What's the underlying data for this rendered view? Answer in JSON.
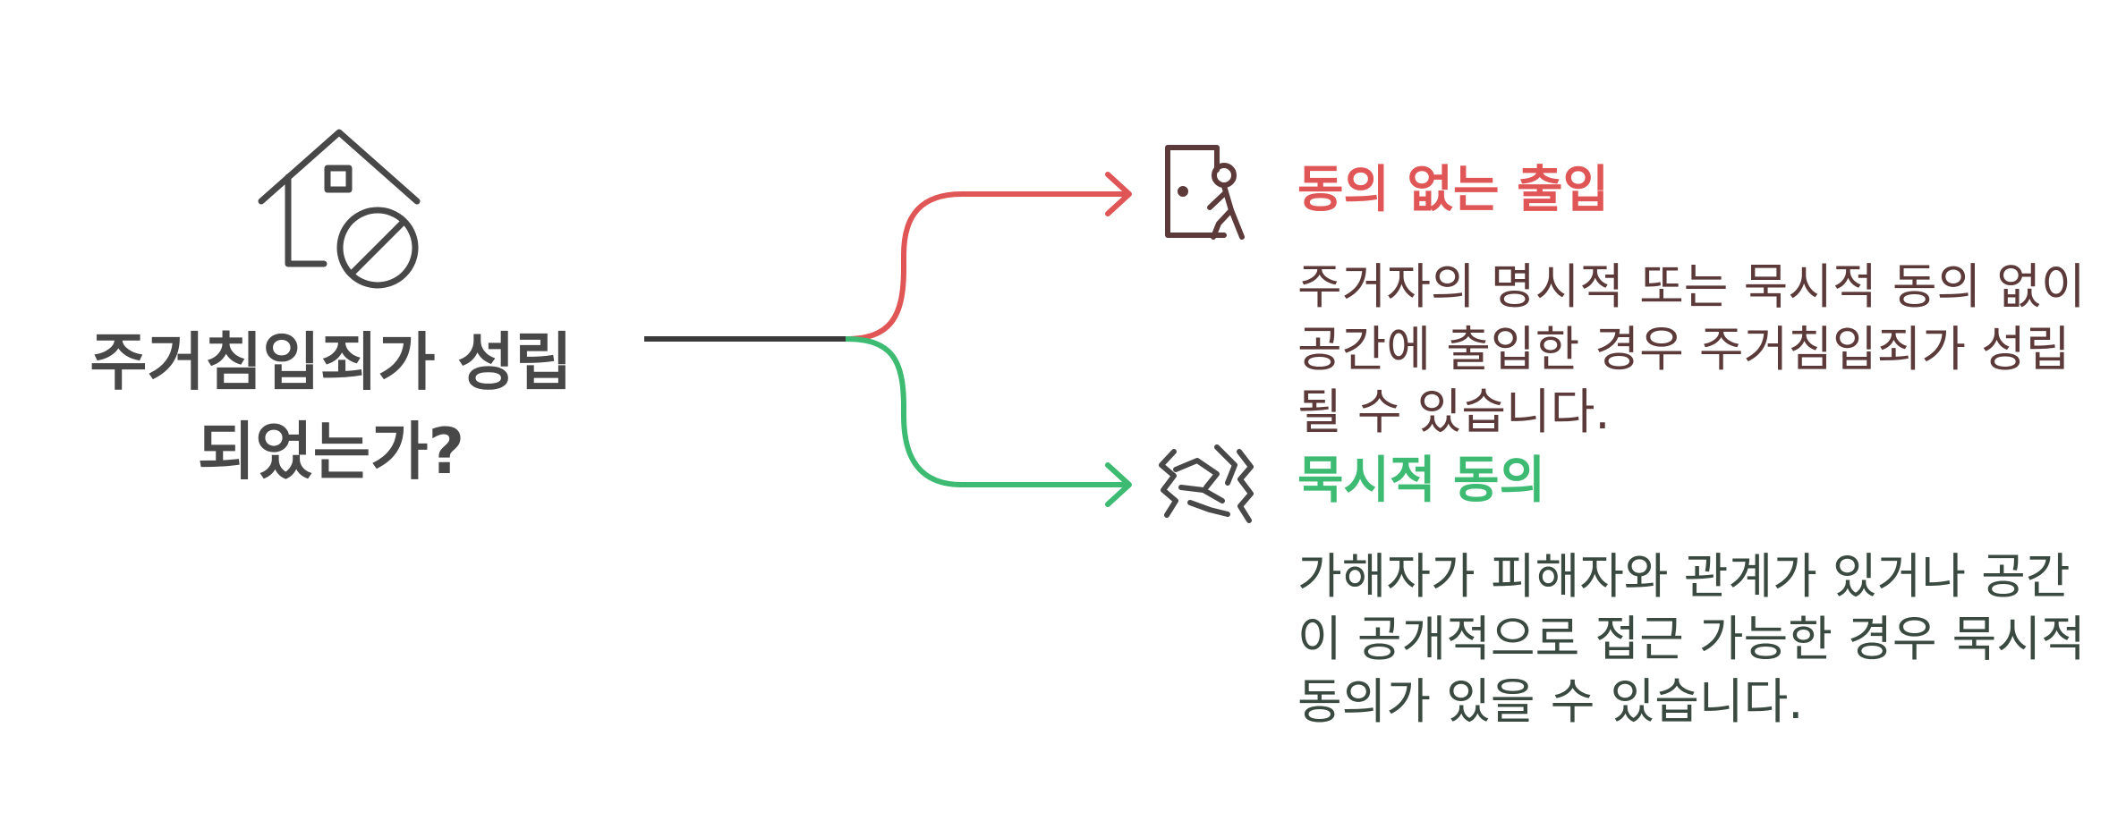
{
  "question": {
    "line1": "주거침입죄가 성립",
    "line2": "되었는가?"
  },
  "branches": [
    {
      "title": "동의 없는 출입",
      "description": "주거자의 명시적 또는 묵시적 동의 없이 공간에 출입한 경우 주거침입죄가 성립될 수 있습니다.",
      "color": "#e05656",
      "icon": "person-at-door-icon"
    },
    {
      "title": "묵시적 동의",
      "description": "가해자가 피해자와 관계가 있거나 공간이 공개적으로 접근 가능한 경우 묵시적 동의가 있을 수 있습니다.",
      "color": "#3dbb72",
      "icon": "handshake-icon"
    }
  ],
  "colors": {
    "root_line": "#3a3a3a",
    "icon_stroke": "#484848",
    "icon_accent": "#5c3a3a"
  },
  "question_icon": "house-prohibited-icon"
}
